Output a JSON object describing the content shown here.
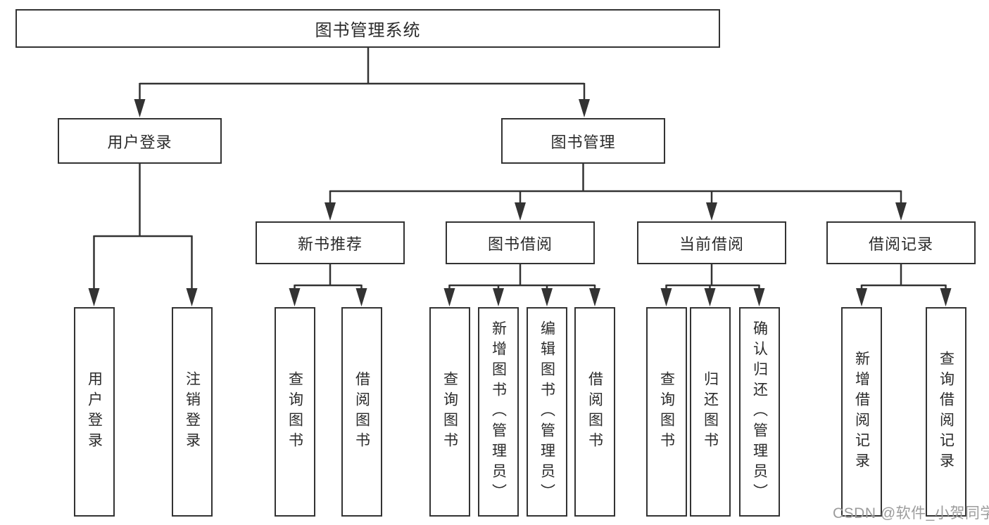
{
  "diagram": {
    "root": {
      "label": "图书管理系统"
    },
    "level2": [
      {
        "label": "用户登录"
      },
      {
        "label": "图书管理"
      }
    ],
    "level3": [
      {
        "label": "新书推荐"
      },
      {
        "label": "图书借阅"
      },
      {
        "label": "当前借阅"
      },
      {
        "label": "借阅记录"
      }
    ],
    "leaves": [
      {
        "label": "用户登录"
      },
      {
        "label": "注销登录"
      },
      {
        "label": "查询图书"
      },
      {
        "label": "借阅图书"
      },
      {
        "label": "查询图书"
      },
      {
        "label": "新增图书（管理员）"
      },
      {
        "label": "编辑图书（管理员）"
      },
      {
        "label": "借阅图书"
      },
      {
        "label": "查询图书"
      },
      {
        "label": "归还图书"
      },
      {
        "label": "确认归还（管理员）"
      },
      {
        "label": "新增借阅记录"
      },
      {
        "label": "查询借阅记录"
      }
    ],
    "hierarchy": {
      "图书管理系统": {
        "用户登录": [
          "用户登录",
          "注销登录"
        ],
        "图书管理": {
          "新书推荐": [
            "查询图书",
            "借阅图书"
          ],
          "图书借阅": [
            "查询图书",
            "新增图书（管理员）",
            "编辑图书（管理员）",
            "借阅图书"
          ],
          "当前借阅": [
            "查询图书",
            "归还图书",
            "确认归还（管理员）"
          ],
          "借阅记录": [
            "新增借阅记录",
            "查询借阅记录"
          ]
        }
      }
    }
  },
  "watermark": {
    "text": "CSDN @软件_小贺同学"
  },
  "colors": {
    "line": "#333333",
    "box_border": "#333333",
    "text": "#2b2b2b",
    "watermark": "#9c9c9c",
    "background": "#ffffff"
  }
}
